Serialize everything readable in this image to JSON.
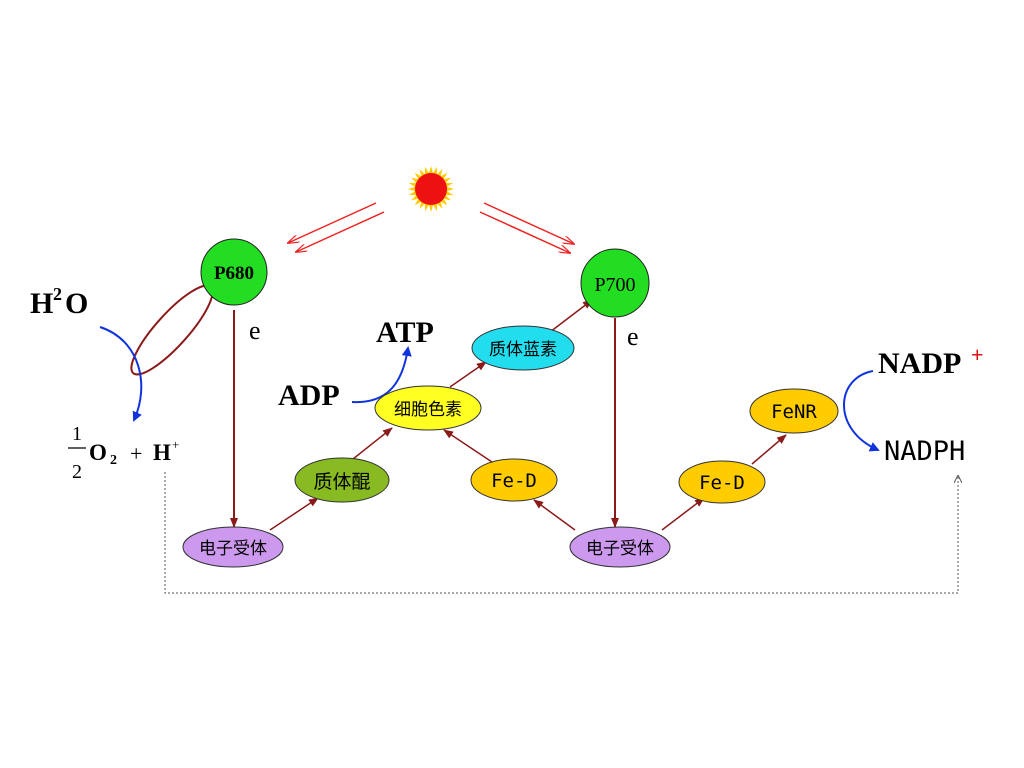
{
  "nodes": {
    "p680": "P680",
    "p700": "P700",
    "acceptor1": "电子受体",
    "acceptor2": "电子受体",
    "plastoquinone": "质体醌",
    "cytochrome": "细胞色素",
    "plastocyanin": "质体蓝素",
    "fed1": "Fe-D",
    "fed2": "Fe-D",
    "fenr": "FeNR"
  },
  "labels": {
    "e1": "e",
    "e2": "e",
    "atp": "ATP",
    "adp": "ADP",
    "h2o_h": "H",
    "h2o_sup": "2",
    "h2o_o": "O",
    "half_num": "1",
    "half_den": "2",
    "o2_o": "O",
    "o2_sub": "2",
    "plus": "+",
    "h_plus_h": "H",
    "h_plus_sup": "+",
    "nadp": "NADP",
    "nadp_sup": "+",
    "nadph": "NADPH"
  },
  "colors": {
    "photosystem": "#22dd22",
    "acceptor": "#cc99ee",
    "plastoquinone": "#88bb22",
    "cytochrome": "#ffff22",
    "plastocyanin": "#22ddee",
    "ferredoxin": "#ffcc00",
    "arrow": "#8b1a1a",
    "light": "#ee2222",
    "blue": "#1133dd",
    "sun": "#ee1111",
    "sun_rays": "#ffcc00"
  },
  "icons": {
    "sun": "sun-icon"
  }
}
